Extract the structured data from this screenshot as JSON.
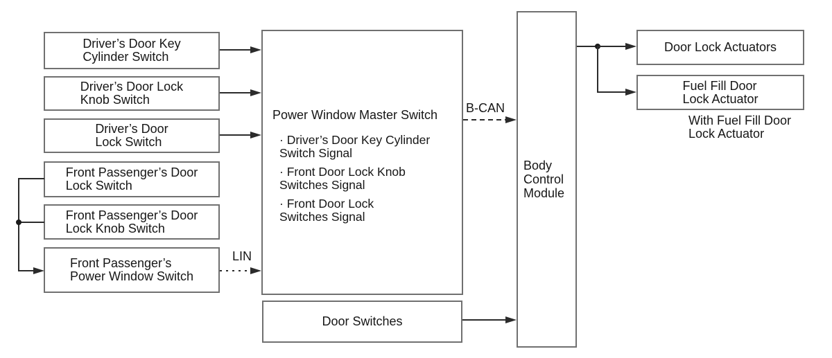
{
  "diagram": {
    "left_boxes": [
      {
        "label": "Driver’s Door Key\nCylinder Switch"
      },
      {
        "label": "Driver’s Door Lock\nKnob Switch"
      },
      {
        "label": "Driver’s Door\nLock Switch"
      },
      {
        "label": "Front Passenger’s Door\nLock Switch"
      },
      {
        "label": "Front Passenger’s Door\nLock Knob Switch"
      },
      {
        "label": "Front Passenger’s\nPower Window Switch"
      }
    ],
    "master_switch": {
      "title": "Power Window Master Switch",
      "signals": [
        "· Driver’s Door Key Cylinder\nSwitch Signal",
        "· Front Door Lock Knob\nSwitches Signal",
        "· Front Door Lock\nSwitches Signal"
      ]
    },
    "door_switches_label": "Door Switches",
    "body_control_module_label": "Body\nControl\nModule",
    "right_boxes": [
      {
        "label": "Door Lock Actuators"
      },
      {
        "label": "Fuel Fill Door\nLock Actuator"
      }
    ],
    "fuel_fill_note": "With Fuel Fill Door\nLock Actuator",
    "bus_labels": {
      "lin": "LIN",
      "bcan": "B-CAN"
    },
    "colors": {
      "line": "#2b2b2b",
      "box_border": "#707070",
      "text": "#161616",
      "background": "#ffffff"
    }
  }
}
